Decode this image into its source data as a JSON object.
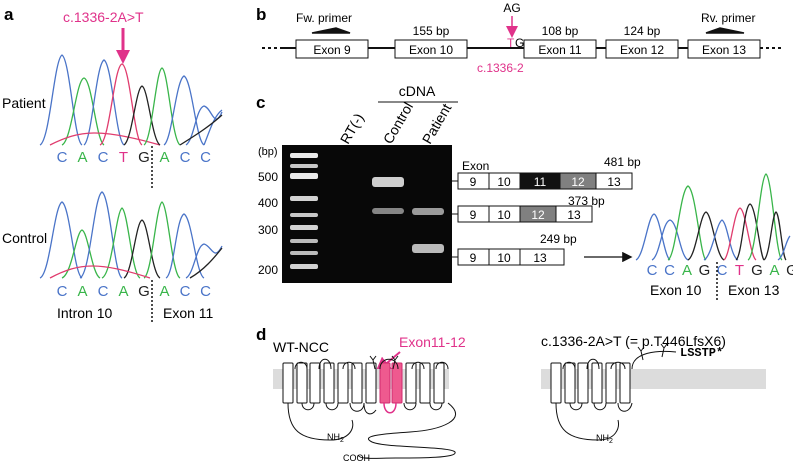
{
  "panel_a": {
    "label": "a",
    "mutation": "c.1336-2A>T",
    "patient_label": "Patient",
    "control_label": "Control",
    "patient_bases": [
      "C",
      "A",
      "C",
      "T",
      "G",
      "A",
      "C",
      "C"
    ],
    "control_bases": [
      "C",
      "A",
      "C",
      "A",
      "G",
      "A",
      "C",
      "C"
    ],
    "intron_label": "Intron 10",
    "exon_label": "Exon 11"
  },
  "panel_b": {
    "label": "b",
    "fw_primer": "Fw. primer",
    "rv_primer": "Rv. primer",
    "exons": [
      "Exon 9",
      "Exon 10",
      "Exon 11",
      "Exon 12",
      "Exon 13"
    ],
    "sizes": [
      "155 bp",
      "108 bp",
      "124 bp"
    ],
    "ag": "AG",
    "tg_t": "T",
    "tg_g": "G",
    "site": "c.1336-2"
  },
  "panel_c": {
    "label": "c",
    "cdna": "cDNA",
    "lanes": [
      "RT(-)",
      "Control",
      "Patient"
    ],
    "bp_unit": "(bp)",
    "ladder": [
      "500",
      "400",
      "300",
      "200"
    ],
    "exon_header": "Exon",
    "products": [
      {
        "size": "481 bp",
        "exons": [
          "9",
          "10",
          "11",
          "12",
          "13"
        ]
      },
      {
        "size": "373 bp",
        "exons": [
          "9",
          "10",
          "12",
          "13"
        ]
      },
      {
        "size": "249 bp",
        "exons": [
          "9",
          "10",
          "13"
        ]
      }
    ],
    "seq_bases": [
      "C",
      "C",
      "A",
      "G",
      "C",
      "T",
      "G",
      "A",
      "G"
    ],
    "exon10": "Exon 10",
    "exon13": "Exon 13"
  },
  "panel_d": {
    "label": "d",
    "wt_title": "WT-NCC",
    "highlight": "Exon11-12",
    "mut_title": "c.1336-2A>T (= p.T446LfsX6)",
    "mut_tail": "LSSTP*",
    "nh2": "NH",
    "nh2_sub": "2",
    "cooh": "COOH"
  },
  "colors": {
    "magenta": "#e0328a",
    "c_blue": "#4a74c8",
    "a_green": "#39b54a",
    "g_black": "#222222",
    "t_red": "#e03c6e"
  }
}
